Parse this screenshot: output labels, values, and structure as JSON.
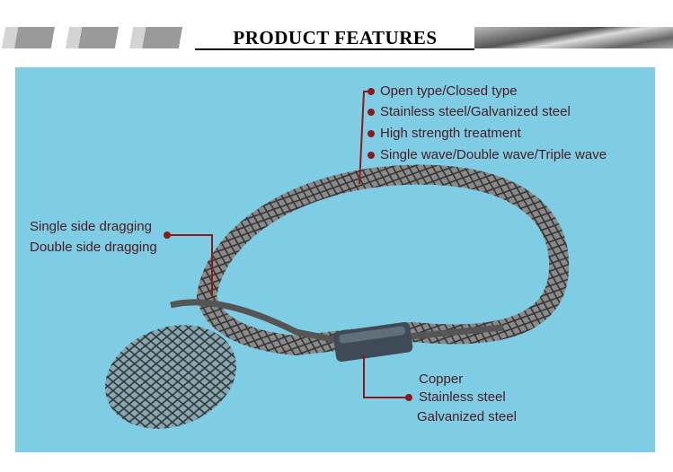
{
  "header": {
    "title": "PRODUCT FEATURES"
  },
  "callouts": {
    "top": [
      "Open type/Closed type",
      "Stainless steel/Galvanized steel",
      "High strength treatment",
      "Single wave/Double wave/Triple wave"
    ],
    "left": [
      "Single side dragging",
      "Double side dragging"
    ],
    "bottom": [
      "Copper",
      "Stainless steel",
      "Galvanized steel"
    ]
  },
  "colors": {
    "panel": "#7ecde4",
    "callout": "#8b1a1a",
    "text": "#4a1a22"
  }
}
